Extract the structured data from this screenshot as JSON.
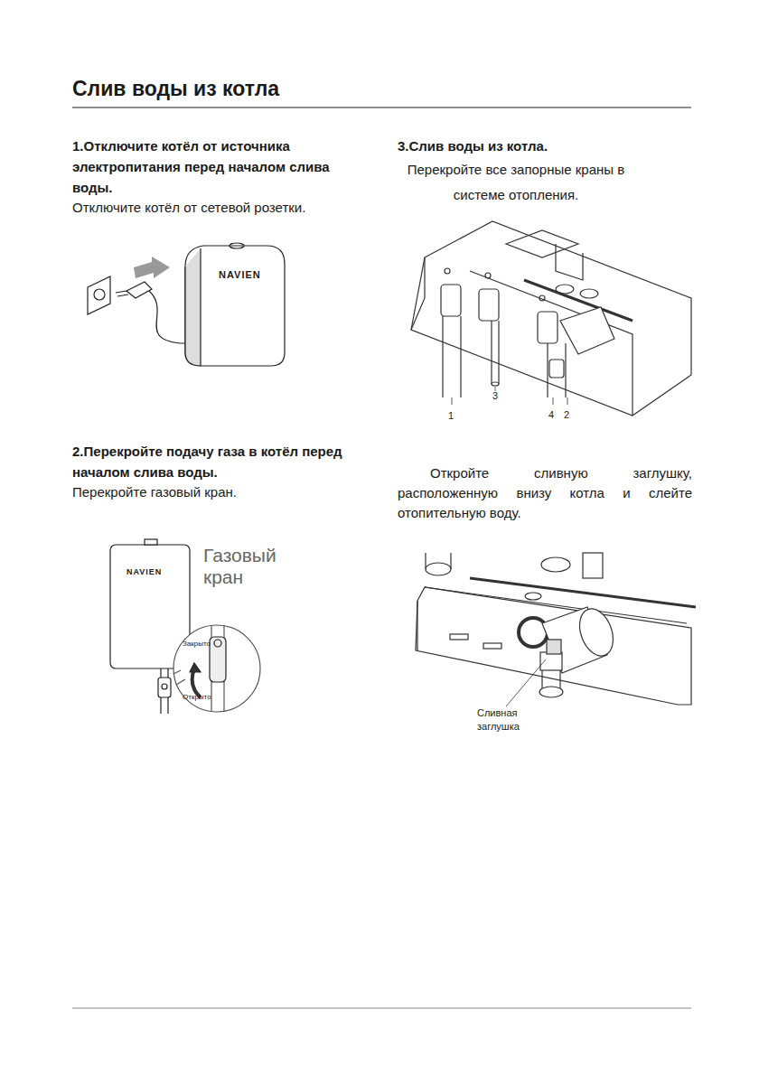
{
  "diagram": {
    "title": "Слив воды из котла",
    "labels": [
      "1.Отключите котёл от источника электропитания перед началом слива воды.",
      "Отключите котёл от сетевой розетки.",
      "NAVIEN",
      "2.Перекройте подачу газа в котёл перед началом слива воды.",
      "Перекройте газовый кран.",
      "NAVIEN",
      "Газовый кран",
      "Закрыто",
      "Открыто",
      "3.Слив воды из котла.",
      "Перекройте все запорные краны в системе отопления.",
      "3",
      "1",
      "4",
      "2",
      "Откройте сливную заглушку, расположенную внизу котла и слейте отопительную воду.",
      "Сливная заглушка"
    ]
  }
}
